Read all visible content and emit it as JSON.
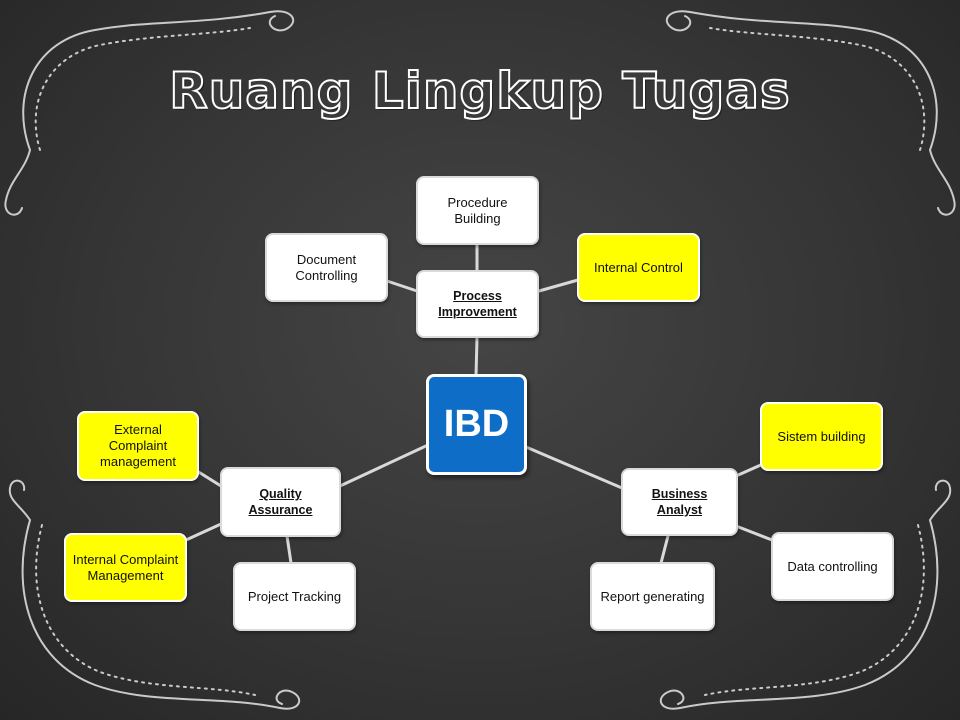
{
  "title": "Ruang Lingkup Tugas",
  "colors": {
    "background": "#363636",
    "center_fill": "#0e6dc6",
    "box_fill": "#ffffff",
    "highlight_fill": "#ffff00",
    "connector": "#d9d9d9"
  },
  "center": {
    "label": "IBD"
  },
  "hubs": {
    "process_improvement": "Process Improvement",
    "quality_assurance": "Quality Assurance",
    "business_analyst": "Business Analyst"
  },
  "leaves": {
    "procedure_building": {
      "label": "Procedure Building",
      "highlight": false
    },
    "document_controlling": {
      "label": "Document Controlling",
      "highlight": false
    },
    "internal_control": {
      "label": "Internal Control",
      "highlight": true
    },
    "external_complaint": {
      "label": "External Complaint management",
      "highlight": true
    },
    "internal_complaint": {
      "label": "Internal Complaint Management",
      "highlight": true
    },
    "project_tracking": {
      "label": "Project Tracking",
      "highlight": false
    },
    "sistem_building": {
      "label": "Sistem building",
      "highlight": true
    },
    "data_controlling": {
      "label": "Data controlling",
      "highlight": false
    },
    "report_generating": {
      "label": "Report generating",
      "highlight": false
    }
  }
}
